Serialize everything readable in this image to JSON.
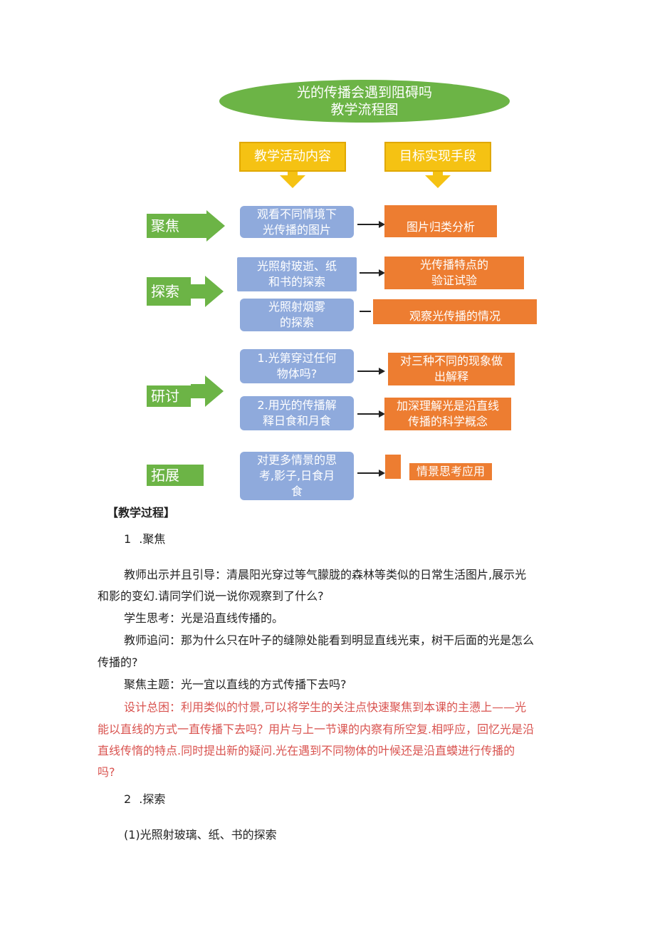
{
  "flowchart": {
    "title_line1": "光的传播会遇到阻碍吗",
    "title_line2": "教学流程图",
    "col_left_header": "教学活动内容",
    "col_right_header": "目标实现手段",
    "stages": {
      "focus": "聚焦",
      "explore": "探索",
      "discuss": "研讨",
      "extend": "拓展"
    },
    "activities": [
      {
        "line1": "观看不同情境下",
        "line2": "光传播的图片"
      },
      {
        "line1": "光照射玻逝、纸",
        "line2": "和书的探索"
      },
      {
        "line1": "光照射烟雾",
        "line2": "的探索"
      },
      {
        "line1": "1.光第穿过任何",
        "line2": "物体吗?"
      },
      {
        "line1": "2.用光的传播解",
        "line2": "释日食和月食"
      },
      {
        "line1": "对更多情景的思",
        "line2": "考,影子,日食月",
        "line3": "食"
      }
    ],
    "means": [
      {
        "line1": "图片归类分析"
      },
      {
        "line1": "光传播特点的",
        "line2": "验证试验"
      },
      {
        "line1": "观察光传播的情况"
      },
      {
        "line1": "对三种不同的现象做",
        "line2": "出解释"
      },
      {
        "line1": "加深理解光是沿直线",
        "line2": "传播的科学概念"
      },
      {
        "line1": "情景思考应用"
      }
    ]
  },
  "text": {
    "section_heading": "【教学过程】",
    "h1_num": "1",
    "h1_title": ".聚焦",
    "p1_line1": "教师出示并且引导：清晨阳光穿过等气朦胧的森林等类似的日常生活图片,展示光",
    "p1_line2": "和影的变幻.请同学们说一说你观察到了什么?",
    "p2": "学生思考：光是沿直线传播的。",
    "p3_line1": "教师追问：那为什么只在叶子的缝隙处能看到明显直线光束，树干后面的光是怎么",
    "p3_line2": "传播的?",
    "p4": "聚焦主题：光一宜以直线的方式传播下去吗?",
    "design_line1": "设计总困：利用类似的忖景,可以将学生的关注点快速聚焦到本课的主懑上——光",
    "design_line2": "能以直线的方式一直传播下去吗？用片与上一节课的内察有所空复.相呼应，回忆光是沿",
    "design_line3": "直线传惰的特点.同时提出新的疑问.光在遇到不同物体的叶候还是沿直蟆进行传播的",
    "design_line4": "吗?",
    "h2_num": "2",
    "h2_title": ".探索",
    "sub1": "(1)光照射玻璃、纸、书的探索"
  },
  "colors": {
    "green": "#6cb446",
    "yellow": "#f5c213",
    "blue": "#8faadc",
    "orange": "#ed7d31",
    "red_text": "#d9534f"
  }
}
